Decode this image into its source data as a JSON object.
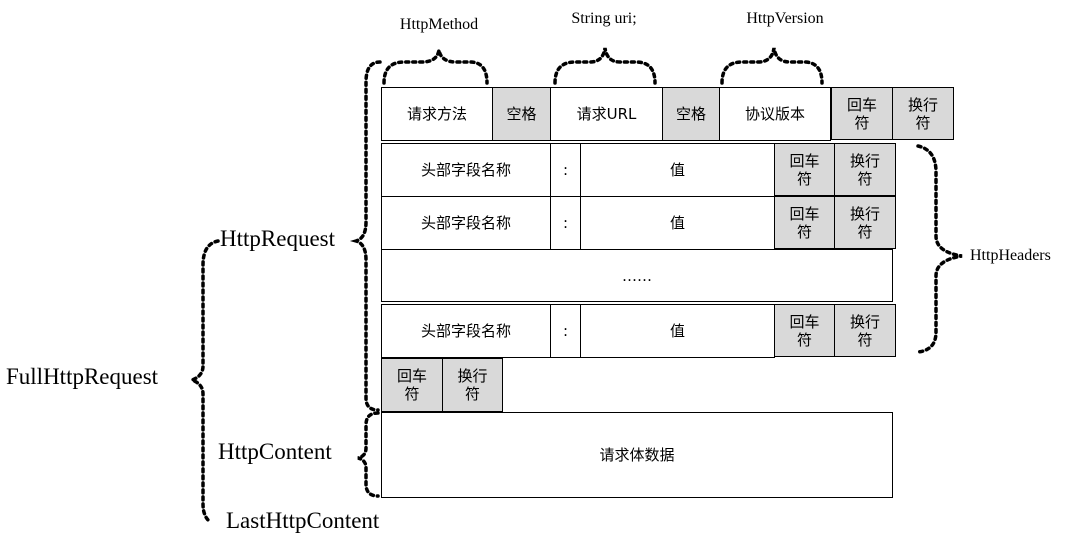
{
  "request_line": {
    "method": "请求方法",
    "space": "空格",
    "url": "请求URL",
    "version": "协议版本",
    "cr": "回车\n符",
    "lf": "换行\n符"
  },
  "headers": [
    {
      "name": "头部字段名称",
      "colon": ":",
      "value": "值",
      "cr": "回车\n符",
      "lf": "换行\n符"
    },
    {
      "name": "头部字段名称",
      "colon": ":",
      "value": "值",
      "cr": "回车\n符",
      "lf": "换行\n符"
    },
    {
      "name": "头部字段名称",
      "colon": ":",
      "value": "值",
      "cr": "回车\n符",
      "lf": "换行\n符"
    }
  ],
  "ellipsis": "……",
  "blank_line": {
    "cr": "回车\n符",
    "lf": "换行\n符"
  },
  "body": "请求体数据",
  "labels": {
    "http_method": "HttpMethod",
    "string_uri": "String  uri;",
    "http_version": "HttpVersion",
    "http_request": "HttpRequest",
    "http_headers": "HttpHeaders",
    "full_http_request": "FullHttpRequest",
    "http_content": "HttpContent",
    "last_http_content": "LastHttpContent"
  }
}
